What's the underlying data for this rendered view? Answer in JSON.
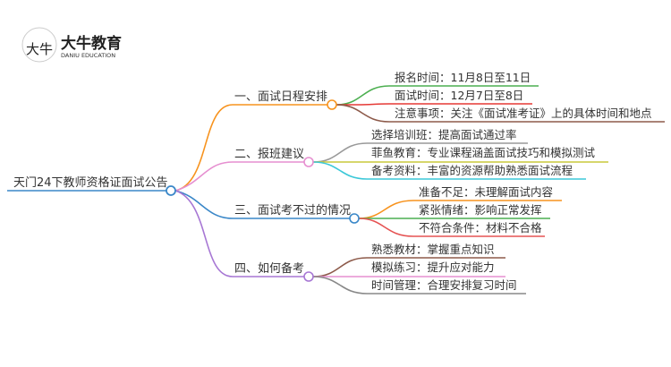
{
  "logo": {
    "name_cn": "大牛教育",
    "name_en": "DANIU EDUCATION",
    "mark_text": "大牛"
  },
  "root": {
    "label": "天门24下教师资格证面试公告",
    "color": "#3a87c8"
  },
  "branches": [
    {
      "label": "一、面试日程安排",
      "color": "#f7931e",
      "children": [
        {
          "label": "报名时间：11月8日至11日",
          "color": "#4caf50"
        },
        {
          "label": "面试时间：12月7日至8日",
          "color": "#e53935"
        },
        {
          "label": "注意事项：关注《面试准考证》上的具体时间和地点",
          "color": "#8d5a4a"
        }
      ]
    },
    {
      "label": "二、报班建议",
      "color": "#e68fd0",
      "children": [
        {
          "label": "选择培训班：提高面试通过率",
          "color": "#999999"
        },
        {
          "label": "菲鱼教育：专业课程涵盖面试技巧和模拟测试",
          "color": "#c8c83c"
        },
        {
          "label": "备考资料：丰富的资源帮助熟悉面试流程",
          "color": "#3cc8d8"
        }
      ]
    },
    {
      "label": "三、面试考不过的情况",
      "color": "#3a87c8",
      "children": [
        {
          "label": "准备不足：未理解面试内容",
          "color": "#f7931e"
        },
        {
          "label": "紧张情绪：影响正常发挥",
          "color": "#4caf50"
        },
        {
          "label": "不符合条件：材料不合格",
          "color": "#e55353"
        }
      ]
    },
    {
      "label": "四、如何备考",
      "color": "#a777d4",
      "children": [
        {
          "label": "熟悉教材：掌握重点知识",
          "color": "#8d5a4a"
        },
        {
          "label": "模拟练习：提升应对能力",
          "color": "#e68fd0"
        },
        {
          "label": "时间管理：合理安排复习时间",
          "color": "#888888"
        }
      ]
    }
  ]
}
